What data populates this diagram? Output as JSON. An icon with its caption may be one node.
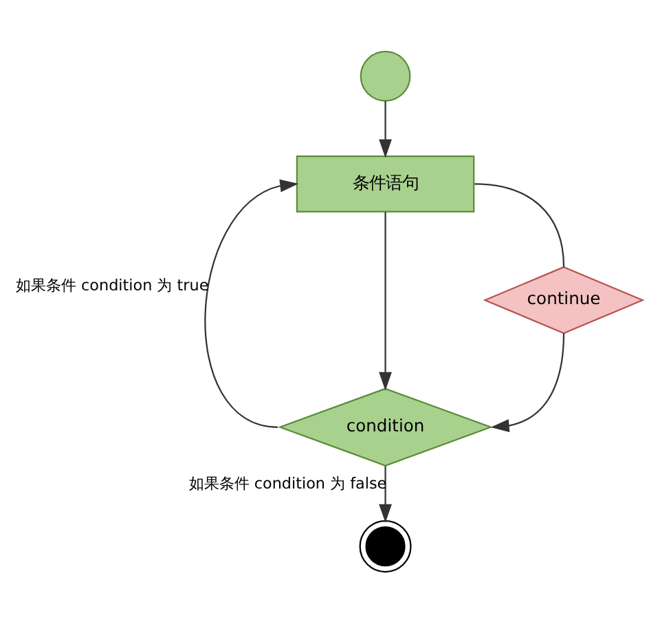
{
  "diagram": {
    "nodes": [
      {
        "text": [],
        "shape": "circle"
      },
      {
        "text": [
          "条件语句"
        ]
      },
      {
        "text": [
          "continue"
        ]
      },
      {
        "text": [
          "condition"
        ]
      },
      {
        "text": [],
        "shape": "circle"
      }
    ],
    "edges": [
      {
        "from": 0,
        "to": 1,
        "arrow": "to"
      },
      {
        "from": 1,
        "to": 3,
        "arrow": "to"
      },
      {
        "from": 3,
        "to": 1,
        "arrow": "to",
        "label": "如果条件 condition 为 true"
      },
      {
        "from": 1,
        "to": 2,
        "arrow": "none"
      },
      {
        "from": 2,
        "to": 3,
        "arrow": "to"
      },
      {
        "from": 3,
        "to": 4,
        "arrow": "to",
        "label": "如果条件 condition 为 false"
      }
    ]
  }
}
